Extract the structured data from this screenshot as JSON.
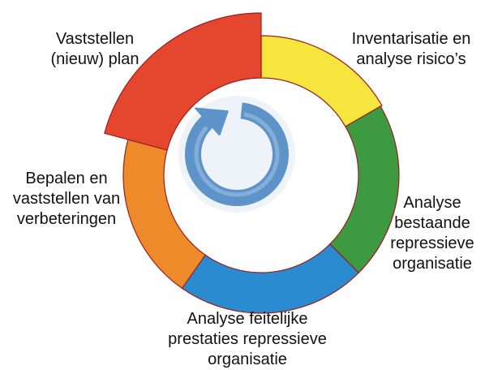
{
  "cycle": {
    "steps": [
      {
        "lines": [
          "Inventarisatie en",
          "analyse risico’s"
        ],
        "color": "#f5e53c"
      },
      {
        "lines": [
          "Analyse",
          "bestaande",
          "repressieve",
          "organisatie"
        ],
        "color": "#3d9a40"
      },
      {
        "lines": [
          "Analyse feitelijke",
          "prestaties repressieve",
          "organisatie"
        ],
        "color": "#2a8bd0"
      },
      {
        "lines": [
          "Bepalen en",
          "vaststellen van",
          "verbeteringen"
        ],
        "color": "#ee8a2a"
      },
      {
        "lines": [
          "Vaststellen",
          "(nieuw) plan"
        ],
        "color": "#e5472e"
      }
    ],
    "outline_color": "#9a1f1f",
    "center_icon": "refresh-arrow-icon",
    "icon_color": "#5d93c9"
  }
}
